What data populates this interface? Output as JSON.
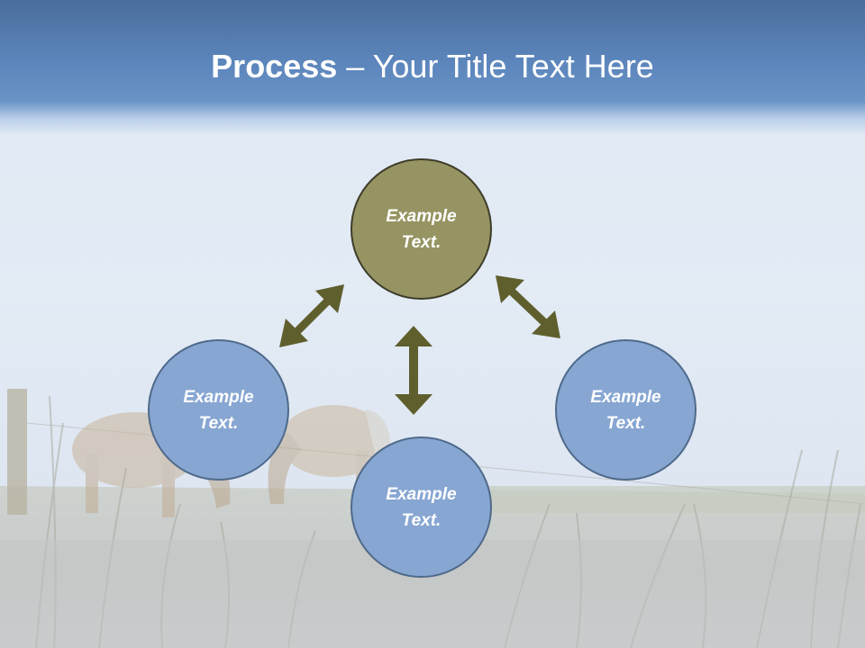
{
  "slide": {
    "title_strong": "Process",
    "title_rest": " – Your Title Text Here"
  },
  "nodes": {
    "top": {
      "label": "Example Text."
    },
    "left": {
      "label": "Example Text."
    },
    "right": {
      "label": "Example Text."
    },
    "bottom": {
      "label": "Example Text."
    }
  },
  "colors": {
    "title_band": "#5b85bb",
    "olive_node": "#969462",
    "blue_node": "#87a6d2",
    "arrow": "#5f5f2e",
    "text": "#ffffff"
  }
}
